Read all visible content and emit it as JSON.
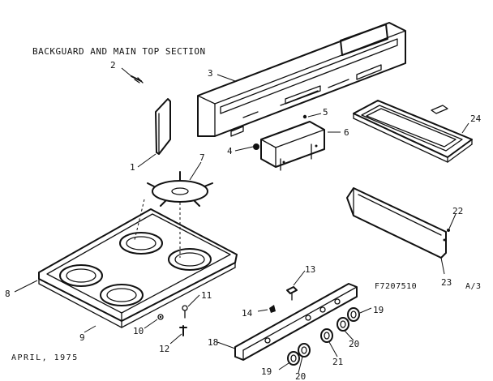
{
  "title": "BACKGUARD AND MAIN TOP SECTION",
  "drawing_code": "F7207510",
  "sheet": "A/3",
  "date": "APRIL, 1975",
  "callouts": [
    "1",
    "2",
    "3",
    "4",
    "5",
    "6",
    "7",
    "8",
    "9",
    "10",
    "11",
    "12",
    "13",
    "14",
    "18",
    "19",
    "19",
    "20",
    "20",
    "21",
    "22",
    "23",
    "24"
  ]
}
